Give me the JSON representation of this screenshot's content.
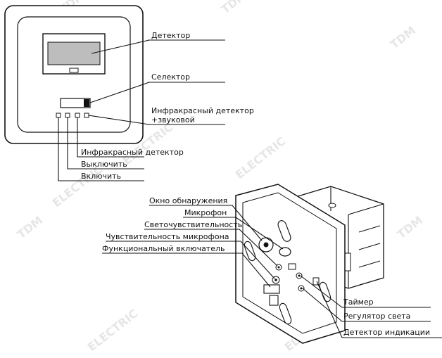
{
  "watermark": {
    "brand": "TDM",
    "suffix": "ELECTRIC"
  },
  "colors": {
    "line": "#111111",
    "watermark": "#e6e6e6",
    "lens": "#bdbdbd"
  },
  "front_view": {
    "labels": {
      "detector": "Детектор",
      "selector": "Селектор",
      "ir_sound_1": "Инфракрасный детектор",
      "ir_sound_2": "+звуковой",
      "ir": "Инфракрасный детектор",
      "off": "Выключить",
      "on": "Включить"
    }
  },
  "back_view": {
    "labels_left": {
      "window": "Окно обнаружения",
      "microphone": "Микрофон",
      "light_sensitivity": "Светочувствительность",
      "mic_sensitivity": "Чувствительность микрофона",
      "function_switch": "Функциональный включатель"
    },
    "labels_right": {
      "timer": "Таймер",
      "light_regulator": "Регулятор света",
      "indicator": "Детектор индикации"
    }
  }
}
